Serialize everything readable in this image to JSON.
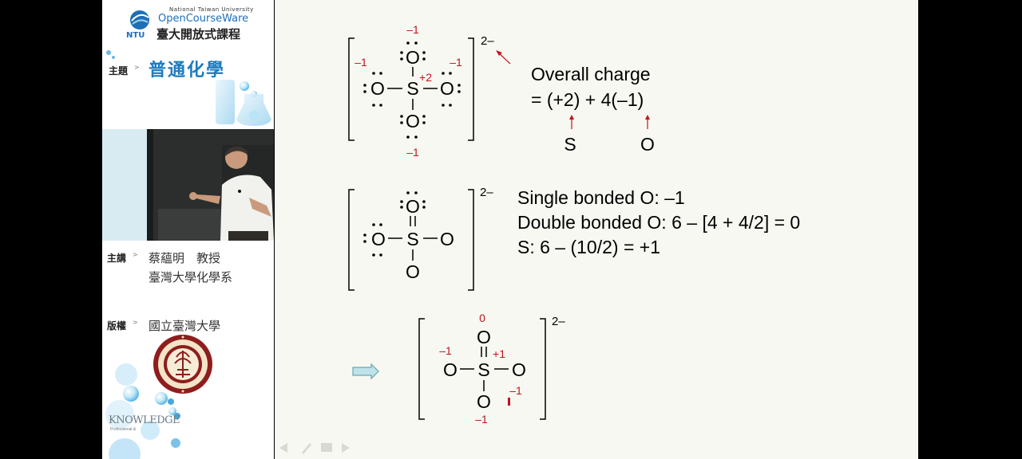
{
  "sidebar": {
    "logo": {
      "university": "National Taiwan University",
      "ocw": "OpenCourseWare",
      "abbr": "NTU",
      "chinese": "臺大開放式課程"
    },
    "topic": {
      "label": "主題",
      "value": "普通化學"
    },
    "lecturer": {
      "label": "主講",
      "name": "蔡蘊明　教授",
      "dept": "臺灣大學化學系"
    },
    "copyright": {
      "label": "版權",
      "value": "國立臺灣大學"
    },
    "footer": {
      "word": "KNOWLEDGE",
      "sub": "Professional &"
    }
  },
  "slide": {
    "structure1": {
      "charge": "2–",
      "s_formal": "+2",
      "o_top_formal": "–1",
      "o_left_formal": "–1",
      "o_right_formal": "–1",
      "o_bottom_formal": "–1"
    },
    "overall": {
      "line1": "Overall charge",
      "line2": "= (+2) + 4(–1)",
      "s_label": "S",
      "o_label": "O"
    },
    "structure2": {
      "charge": "2–"
    },
    "calc": {
      "line1": "Single bonded O: –1",
      "line2": "Double bonded O: 6 – [4 + 4/2] = 0",
      "line3": "S: 6 – (10/2) = +1"
    },
    "structure3": {
      "charge": "2–",
      "o_top_formal": "0",
      "o_left_formal": "–1",
      "s_formal": "+1",
      "o_bottom_formal": "–1",
      "o_right_formal": "–1"
    },
    "atoms": {
      "S": "S",
      "O": "O"
    }
  },
  "colors": {
    "formal_charge": "#c0121b",
    "ocw_blue": "#1e6fb8",
    "slide_bg": "#f8f8f2"
  }
}
